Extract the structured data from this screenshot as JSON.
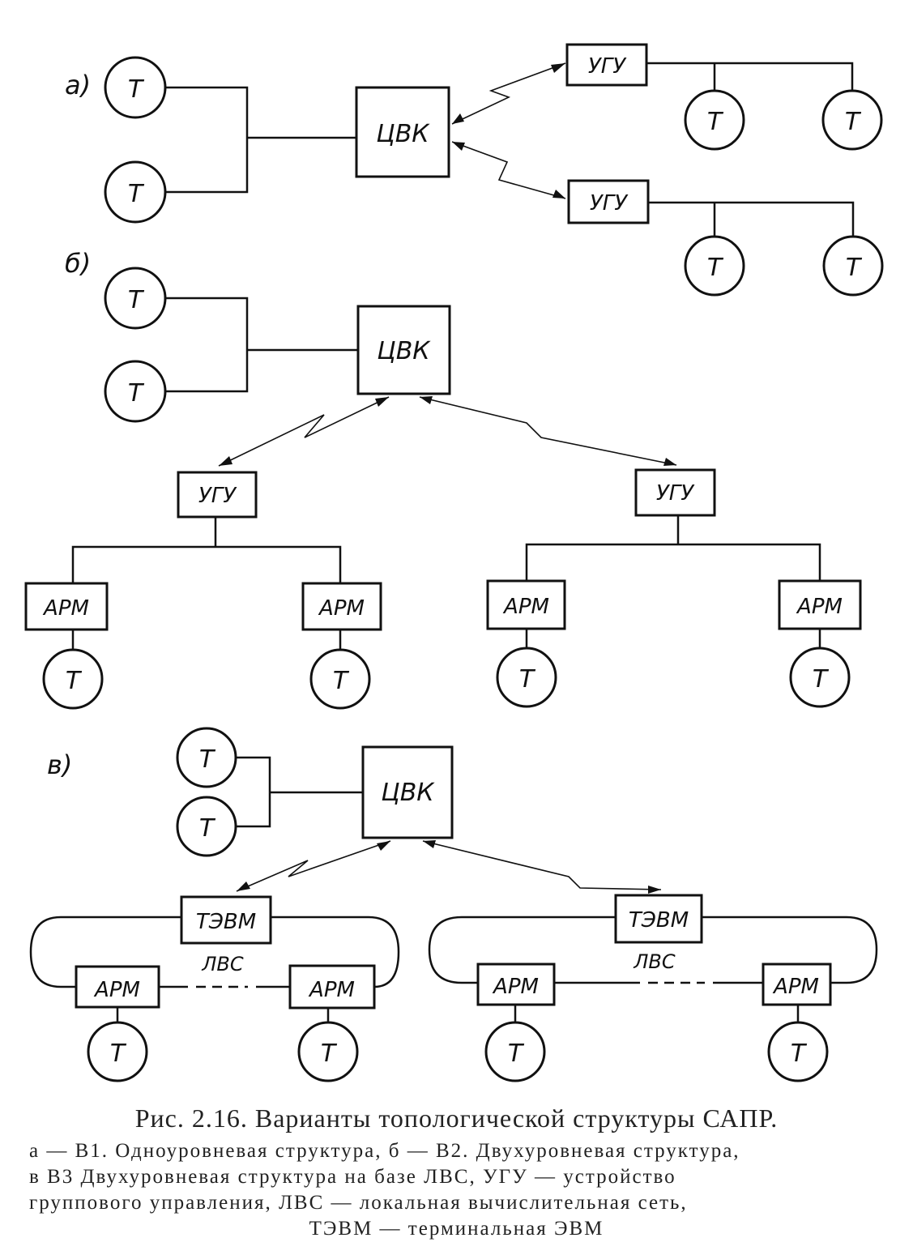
{
  "panels": {
    "a": {
      "tag": "а)"
    },
    "b": {
      "tag": "б)"
    },
    "v": {
      "tag": "в)"
    }
  },
  "labels": {
    "central": "ЦВК",
    "group_unit": "УГУ",
    "workstation": "АРМ",
    "terminal": "Т",
    "terminal_computer": "ТЭВМ",
    "lan": "ЛВС"
  },
  "caption": {
    "title": "Рис. 2.16. Варианты топологической структуры САПР.",
    "line1": "а — В1. Одноуровневая структура, б — В2. Двухуровневая структура,",
    "line2": "в  В3 Двухуровневая структура на базе ЛВС, УГУ — устройство",
    "line3": "группового управления, ЛВС — локальная вычислительная сеть,",
    "line4": "ТЭВМ — терминальная ЭВМ"
  }
}
